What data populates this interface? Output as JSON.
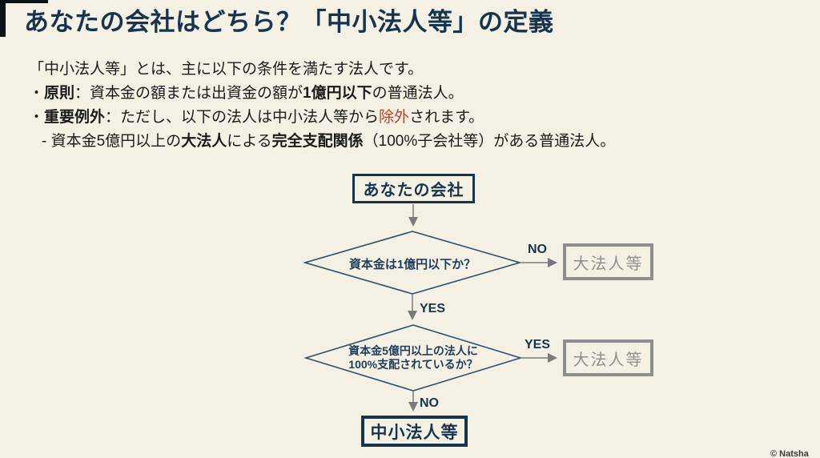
{
  "colors": {
    "background": "#f4f0e4",
    "navy": "#16344e",
    "gray": "#8e8e8e",
    "arrow_gray": "#7a7a7a",
    "red": "#b2442d"
  },
  "title": "あなたの会社はどちら？「中小法人等」の定義",
  "intro": {
    "line1": "「中小法人等」とは、主に以下の条件を満たす法人です。",
    "line2": {
      "bullet": "・",
      "label": "原則",
      "mid": "：資本金の額または出資金の額が",
      "bold": "1億円以下",
      "tail": "の普通法人。"
    },
    "line3": {
      "bullet": "・",
      "label": "重要例外",
      "mid": "：ただし、以下の法人は中小法人等から",
      "red": "除外",
      "tail": "されます。"
    },
    "line4": {
      "pre": "- 資本金5億円以上の",
      "bold1": "大法人",
      "mid": "による",
      "bold2": "完全支配関係",
      "tail": "（100%子会社等）がある普通法人。"
    }
  },
  "flowchart": {
    "start_box": "あなたの会社",
    "decision1": "資本金は1億円以下か？",
    "decision2_line1": "資本金5億円以上の法人に",
    "decision2_line2": "100%支配されているか？",
    "no_label_1": "NO",
    "yes_label_1": "YES",
    "yes_label_2": "YES",
    "no_label_2": "NO",
    "large_corp_box_1": "大法人等",
    "large_corp_box_2": "大法人等",
    "result_box": "中小法人等"
  },
  "footer": {
    "copyright": "© Natsha"
  }
}
